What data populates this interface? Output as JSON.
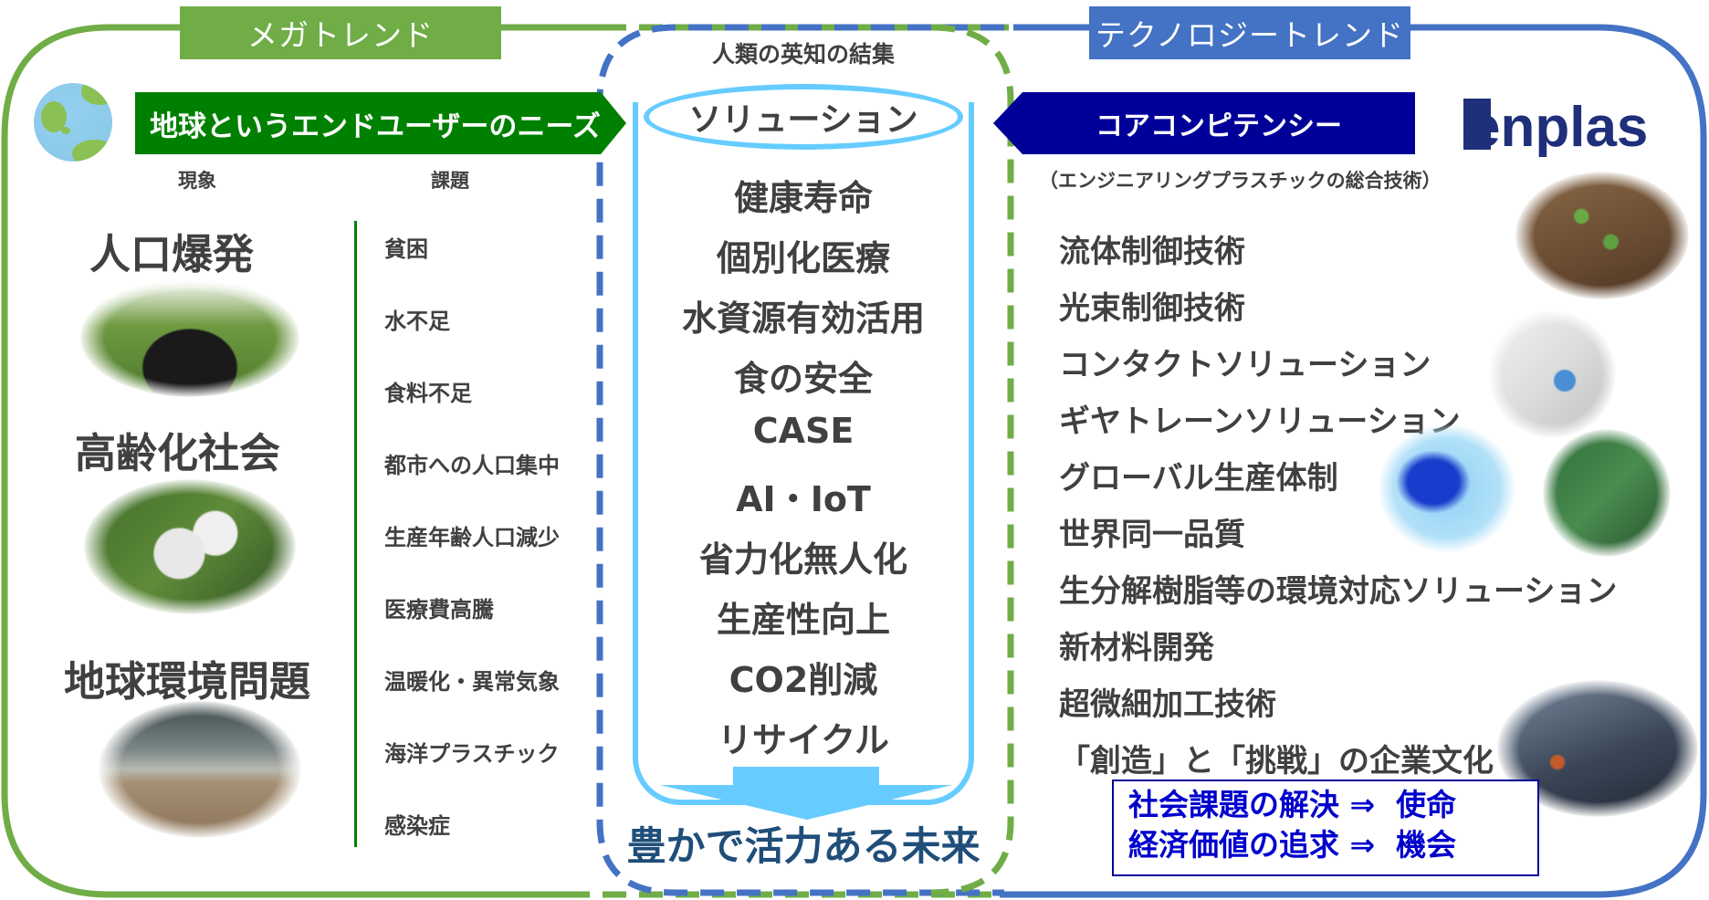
{
  "frame": {
    "megatrend_label": "メガトレンド",
    "technology_trend_label": "テクノロジートレンド",
    "colors": {
      "megatrend_green": "#70ad47",
      "technology_blue": "#4472c4",
      "needs_green": "#008000",
      "core_navy": "#000099",
      "cylinder_cyan": "#66ccff",
      "future_navy": "#1f4e79",
      "text_gray": "#404040"
    }
  },
  "left": {
    "globe_icon": "globe-icon",
    "needs_banner": "地球というエンドユーザーのニーズ",
    "phenomenon_header": "現象",
    "issues_header": "課題",
    "phenomena": [
      {
        "label": "人口爆発",
        "image": "people-around-globe-photo"
      },
      {
        "label": "高齢化社会",
        "image": "elderly-care-photo"
      },
      {
        "label": "地球環境問題",
        "image": "drought-landscape-photo"
      }
    ],
    "issues": [
      "貧困",
      "水不足",
      "食料不足",
      "都市への人口集中",
      "生産年齢人口減少",
      "医療費高騰",
      "温暖化・異常気象",
      "海洋プラスチック",
      "感染症"
    ]
  },
  "center": {
    "wisdom_label": "人類の英知の結集",
    "solution_title": "ソリューション",
    "solutions": [
      "健康寿命",
      "個別化医療",
      "水資源有効活用",
      "食の安全",
      "CASE",
      "AI・IoT",
      "省力化無人化",
      "生産性向上",
      "CO2削減",
      "リサイクル"
    ],
    "future_label": "豊かで活力ある未来"
  },
  "right": {
    "core_banner": "コアコンピテンシー",
    "logo_text": "enplas",
    "core_subtitle": "（エンジニアリングプラスチックの総合技術）",
    "competencies": [
      "流体制御技術",
      "光束制御技術",
      "コンタクトソリューション",
      "ギヤトレーンソリューション",
      "グローバル生産体制",
      "世界同一品質",
      "生分解樹脂等の環境対応ソリューション",
      "新材料開発",
      "超微細加工技術",
      "「創造」と「挑戦」の企業文化"
    ],
    "mission_lines": [
      "社会課題の解決 ⇒  使命",
      "経済価値の追求 ⇒  機会"
    ],
    "images": [
      "farm-seedlings-photo",
      "lab-microscope-photo",
      "water-splash-photo",
      "circuit-board-photo",
      "world-network-photo"
    ]
  }
}
